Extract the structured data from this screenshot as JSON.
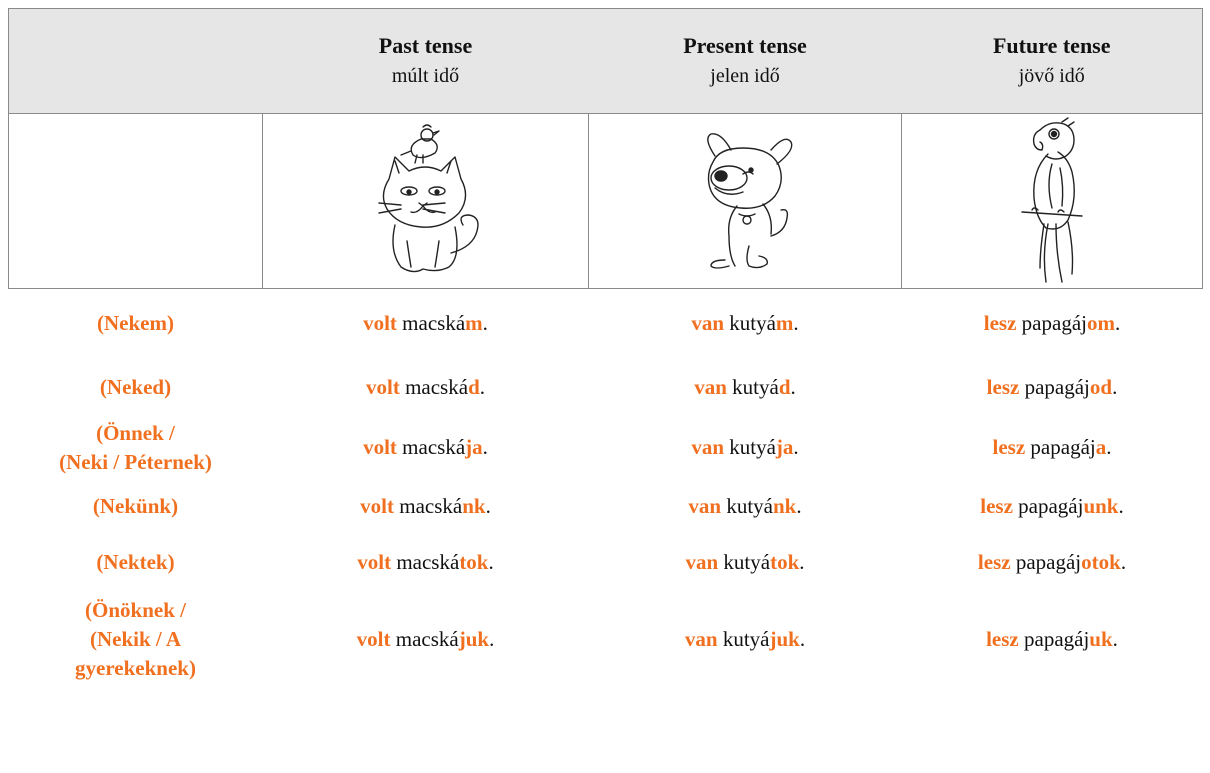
{
  "columns": [
    {
      "title": "Past tense",
      "subtitle": "múlt idő",
      "illustration": "cat-with-bird-icon",
      "verb": "volt",
      "noun_stem": "macská"
    },
    {
      "title": "Present tense",
      "subtitle": "jelen idő",
      "illustration": "dog-icon",
      "verb": "van",
      "noun_stem": "kutyá"
    },
    {
      "title": "Future tense",
      "subtitle": "jövő idő",
      "illustration": "parrot-icon",
      "verb": "lesz",
      "noun_stem": "papagáj"
    }
  ],
  "rows": [
    {
      "pronoun": "(Nekem)",
      "endings": [
        "m",
        "m",
        "om"
      ]
    },
    {
      "pronoun": "(Neked)",
      "endings": [
        "d",
        "d",
        "od"
      ]
    },
    {
      "pronoun": "(Önnek /\n(Neki / Péternek)",
      "endings": [
        "ja",
        "ja",
        "a"
      ]
    },
    {
      "pronoun": "(Nekünk)",
      "endings": [
        "nk",
        "nk",
        "unk"
      ]
    },
    {
      "pronoun": "(Nektek)",
      "endings": [
        "tok",
        "tok",
        "otok"
      ]
    },
    {
      "pronoun": "(Önöknek /\n(Nekik / A\ngyerekeknek)",
      "endings": [
        "juk",
        "juk",
        "uk"
      ]
    }
  ],
  "punctuation": ".",
  "colors": {
    "accent": "#f07020",
    "header_bg": "#e7e6e6",
    "border": "#8a8a8a"
  }
}
